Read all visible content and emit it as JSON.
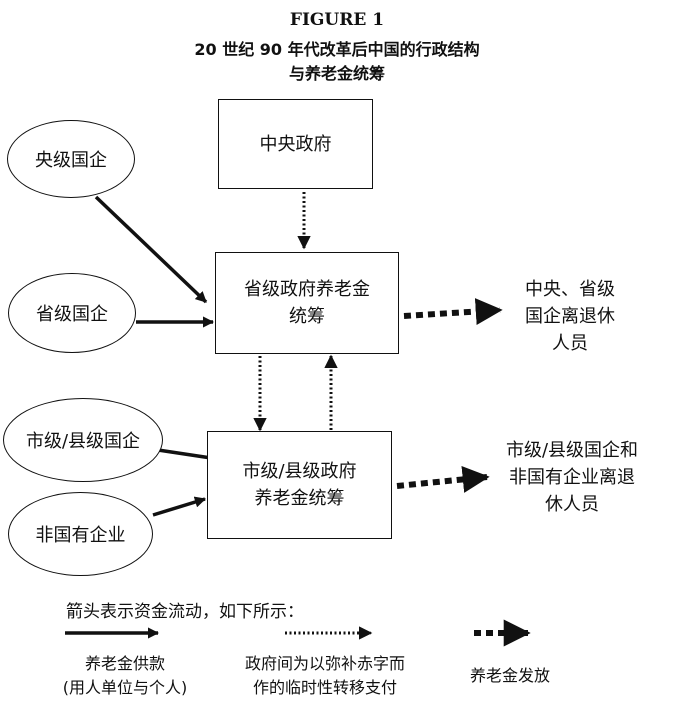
{
  "figure": {
    "label": "FIGURE 1",
    "title_line1": "20 世纪 90 年代改革后中国的行政结构",
    "title_line2": "与养老金统筹"
  },
  "nodes": {
    "central_gov": "中央政府",
    "provincial_pool": "省级政府养老金\n统筹",
    "city_county_pool": "市级/县级政府\n养老金统筹",
    "central_soe": "央级国企",
    "provincial_soe": "省级国企",
    "city_county_soe": "市级/县级国企",
    "non_state": "非国有企业"
  },
  "outputs": {
    "central_provincial_retirees": "中央、省级\n国企离退休\n人员",
    "city_county_retirees": "市级/县级国企和\n非国有企业离退\n休人员"
  },
  "legend": {
    "title": "箭头表示资金流动，如下所示：",
    "solid_label": "养老金供款\n(用人单位与个人)",
    "dotted_label": "政府间为以弥补赤字而\n作的临时性转移支付",
    "dashed_label": "养老金发放"
  }
}
